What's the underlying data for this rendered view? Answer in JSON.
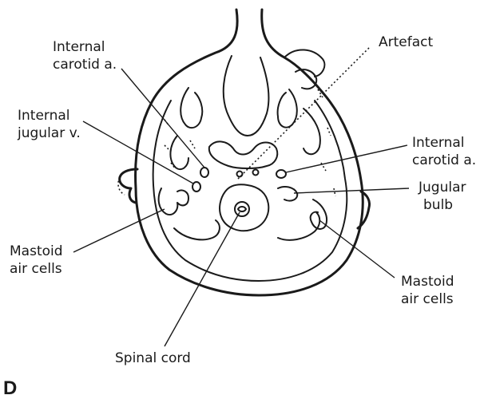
{
  "panel_letter": "D",
  "labels": {
    "internal_carotid_left_1": "Internal",
    "internal_carotid_left_2": "carotid a.",
    "internal_jugular_1": "Internal",
    "internal_jugular_2": "jugular v.",
    "mastoid_left_1": "Mastoid",
    "mastoid_left_2": "air cells",
    "artefact": "Artefact",
    "internal_carotid_right_1": "Internal",
    "internal_carotid_right_2": "carotid a.",
    "jugular_bulb_1": "Jugular",
    "jugular_bulb_2": "bulb",
    "mastoid_right_1": "Mastoid",
    "mastoid_right_2": "air cells",
    "spinal_cord": "Spinal cord"
  },
  "colors": {
    "ink": "#1a1a1a",
    "background": "#ffffff"
  }
}
